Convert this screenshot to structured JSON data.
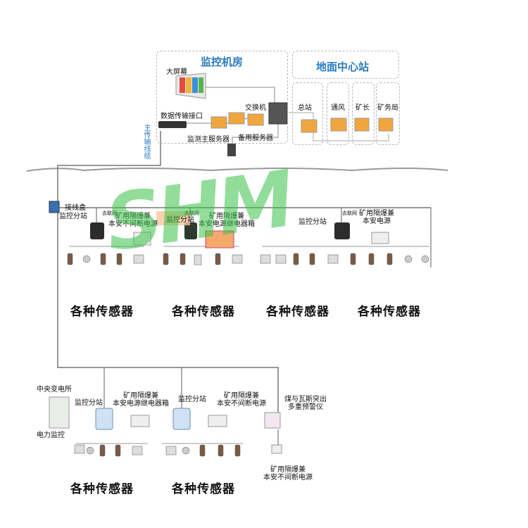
{
  "control_room": {
    "title": "监控机房",
    "big_screen": "大屏幕",
    "data_interface": "数据传输接口",
    "switch": "交换机",
    "main_server": "监测主服务器",
    "backup_server": "备用服务器"
  },
  "surface_center": {
    "title": "地面中心站",
    "terminals": [
      "总站",
      "通风",
      "矿长",
      "矿务局"
    ]
  },
  "main_line": "主传输线缆",
  "junction": {
    "box": "接线盒",
    "substation": "监控分站"
  },
  "upper_groups": [
    {
      "substation": "监控分站",
      "power": "矿用隔爆兼\n本安不间断电源",
      "small_label": "去联网"
    },
    {
      "substation": "监控分站",
      "power": "矿用隔爆兼\n本安电源继电器箱",
      "small_label": "去联网"
    },
    {
      "substation": "监控分站",
      "power": "矿用隔爆兼\n本安电源",
      "small_label": "去联网"
    }
  ],
  "sensor_labels": [
    "各种传感器",
    "各种传感器",
    "各种传感器",
    "各种传感器",
    "各种传感器",
    "各种传感器"
  ],
  "lower_section": {
    "central_substation": "中央变电所",
    "power_monitor": "电力监控",
    "group1_station": "监控分站",
    "group1_power": "矿用隔爆兼\n本安电源继电器箱",
    "group2_station": "监控分站",
    "group2_power": "矿用隔爆兼\n本安不间断电源",
    "warning_device": "煤与瓦斯突出\n多重预警仪",
    "ups": "矿用隔爆兼\n本安不间断电源"
  },
  "watermark": "SHM",
  "colors": {
    "title_blue": "#2a7bbf",
    "watermark_green": "#3cc34a",
    "orange_highlight": "#f4a86c",
    "line_gray": "#8c8c8c"
  }
}
